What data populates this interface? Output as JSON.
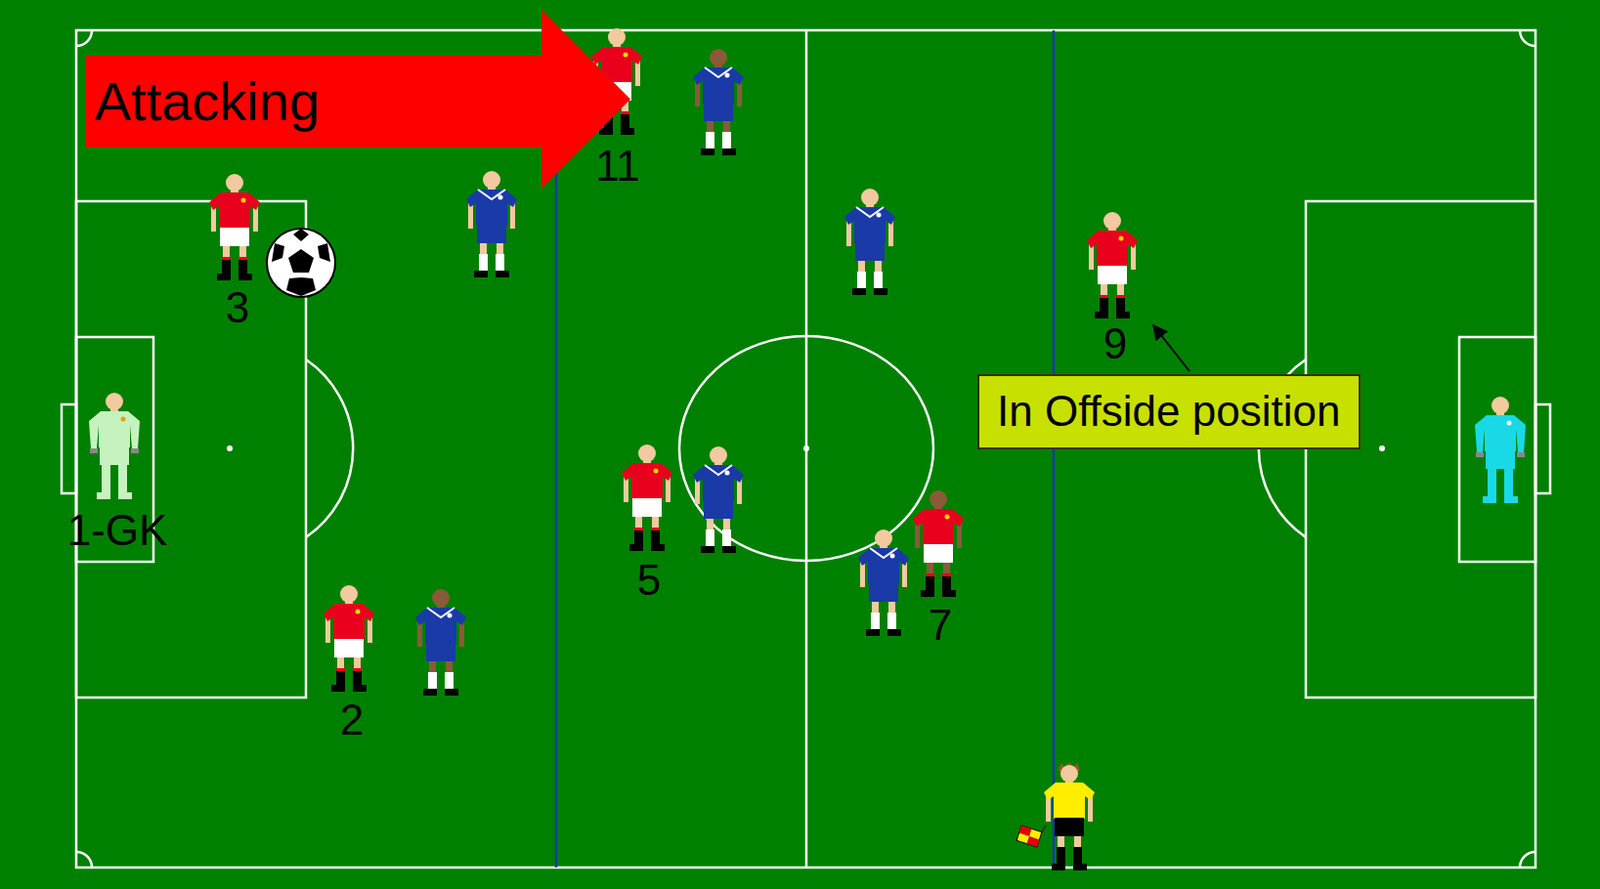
{
  "diagram": {
    "nodes": [
      {
        "text": [
          "Attacking"
        ]
      },
      {
        "text": [
          "In Offside position"
        ]
      }
    ],
    "labels": [
      "3",
      "11",
      "9",
      "5",
      "7",
      "2",
      "1-GK"
    ]
  }
}
